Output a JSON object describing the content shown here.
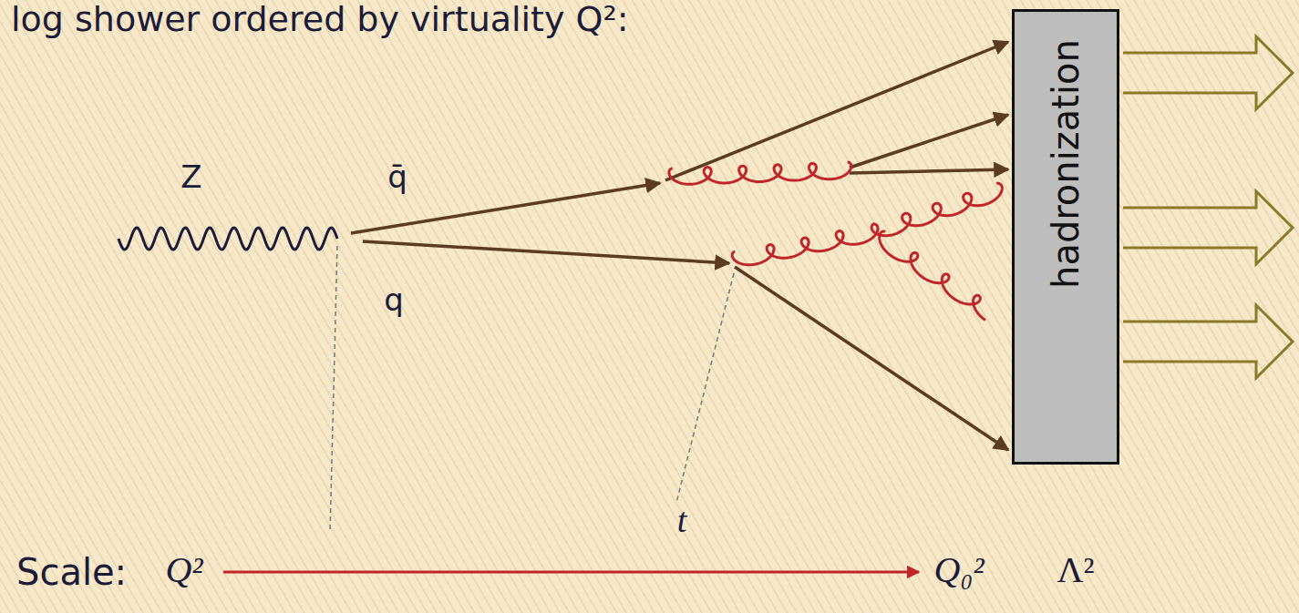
{
  "diagram": {
    "nodes": [
      {
        "text": [
          "hadronization"
        ]
      }
    ],
    "labels": [
      "log shower ordered by virtuality Q²:",
      "Z",
      "q̄",
      "q",
      "Scale:",
      "Q²",
      "t",
      "Q₀²",
      "Λ²"
    ]
  }
}
